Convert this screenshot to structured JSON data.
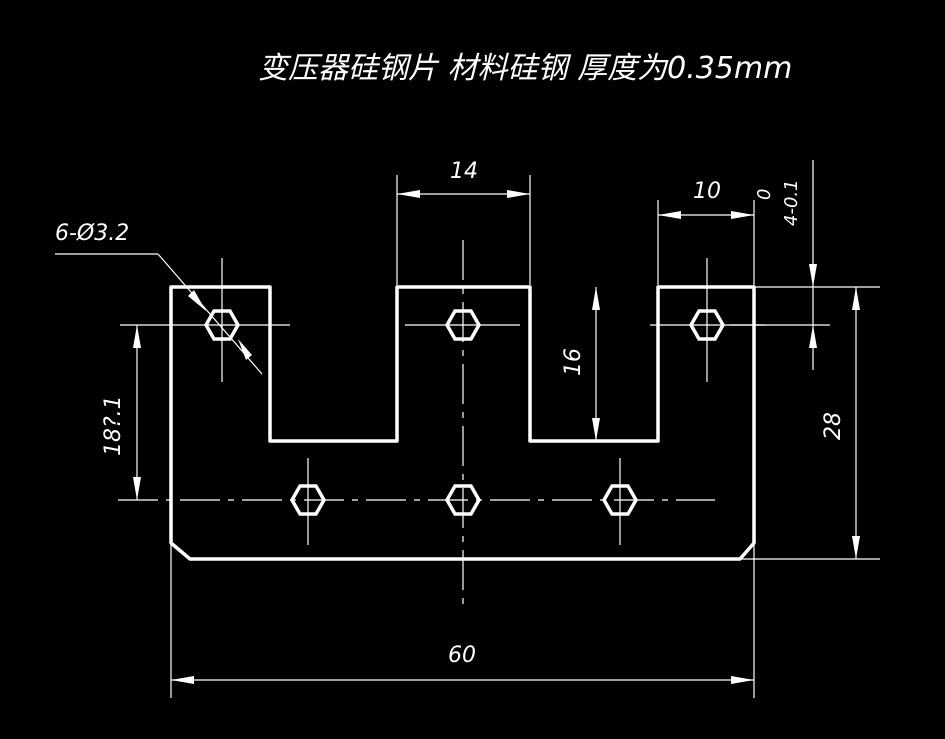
{
  "drawing": {
    "title": "变压器硅钢片  材料硅钢  厚度为0.35mm",
    "colors": {
      "background": "#000000",
      "lines": "#ffffff"
    },
    "dimensions": {
      "slot_width": "14",
      "tab_width": "10",
      "tolerance_upper": "0",
      "tolerance_lower": "4-0.1",
      "hole_callout": "6-Ø3.2",
      "slot_depth": "16",
      "hole_spacing": "18?.1",
      "overall_height": "28",
      "overall_width": "60"
    }
  }
}
